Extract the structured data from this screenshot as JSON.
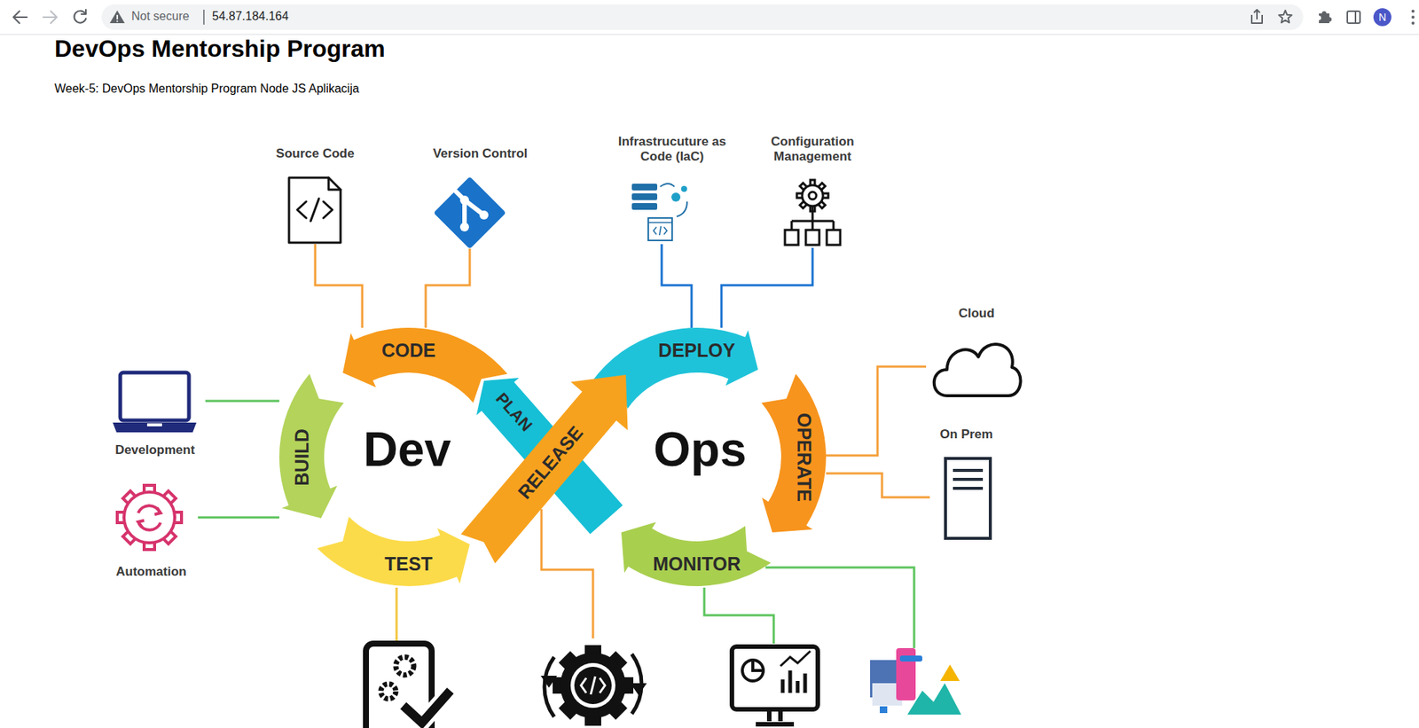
{
  "diagram": {
    "title": "DevOps Mentorship Program",
    "nodes": [
      {
        "text": [
          "Source Code"
        ]
      },
      {
        "text": [
          "Version Control"
        ]
      },
      {
        "text": [
          "Infrastrucuture as Code (IaC)"
        ]
      },
      {
        "text": [
          "Configuration Management"
        ]
      },
      {
        "text": [
          "CODE"
        ]
      },
      {
        "text": [
          "PLAN"
        ]
      },
      {
        "text": [
          "DEPLOY"
        ]
      },
      {
        "text": [
          "Cloud"
        ]
      },
      {
        "text": [
          "Development"
        ]
      },
      {
        "text": [
          "BUILD"
        ]
      },
      {
        "text": [
          "RELEASE"
        ]
      },
      {
        "text": [
          "OPERATE"
        ]
      },
      {
        "text": [
          "On Prem"
        ]
      },
      {
        "text": [
          "Automation"
        ]
      },
      {
        "text": [
          "TEST"
        ]
      },
      {
        "text": [
          "MONITOR"
        ]
      }
    ],
    "edges": [
      {
        "from": 0,
        "to": 4,
        "arrow": "none"
      },
      {
        "from": 1,
        "to": 4,
        "arrow": "none"
      },
      {
        "from": 2,
        "to": 6,
        "arrow": "none"
      },
      {
        "from": 3,
        "to": 6,
        "arrow": "none"
      },
      {
        "from": 7,
        "to": 11,
        "arrow": "none"
      },
      {
        "from": 12,
        "to": 11,
        "arrow": "none"
      },
      {
        "from": 8,
        "to": 9,
        "arrow": "none"
      },
      {
        "from": 13,
        "to": 9,
        "arrow": "none"
      }
    ],
    "labels": [
      "Not secure",
      "54.87.184.164",
      "N",
      "Week-5: DevOps Mentorship Program Node JS Aplikacija",
      "Dev",
      "Ops"
    ]
  }
}
